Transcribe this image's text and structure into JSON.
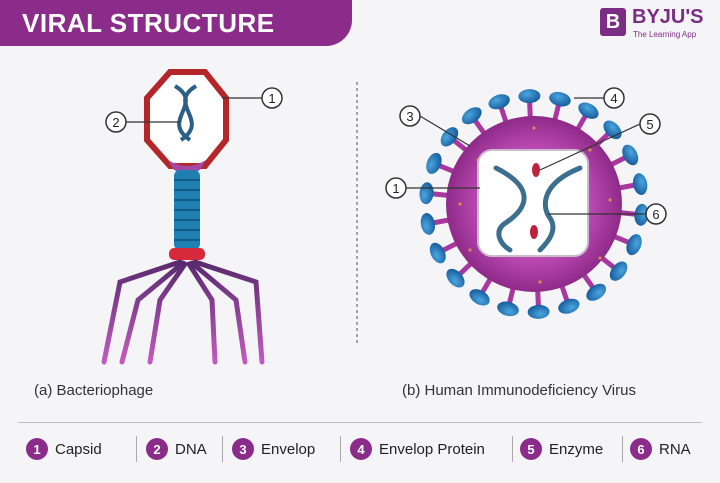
{
  "title": "VIRAL STRUCTURE",
  "brand": {
    "mark": "B",
    "name": "BYJU'S",
    "tagline": "The Learning App"
  },
  "captions": {
    "left": "(a) Bacteriophage",
    "right": "(b) Human Immunodeficiency Virus"
  },
  "callouts": {
    "phage": [
      "1",
      "2"
    ],
    "hiv": [
      "3",
      "4",
      "5",
      "1",
      "6"
    ]
  },
  "legend": [
    {
      "num": "1",
      "label": "Capsid"
    },
    {
      "num": "2",
      "label": "DNA"
    },
    {
      "num": "3",
      "label": "Envelop"
    },
    {
      "num": "4",
      "label": "Envelop Protein"
    },
    {
      "num": "5",
      "label": "Enzyme"
    },
    {
      "num": "6",
      "label": "RNA"
    }
  ],
  "colors": {
    "brand": "#8b2c8a",
    "capsid_outline": "#b5262a",
    "tail": "#1f7fb3",
    "envelope": "#b03ba6",
    "spike_head": "#1f74b6",
    "enzyme": "#c0223c"
  }
}
